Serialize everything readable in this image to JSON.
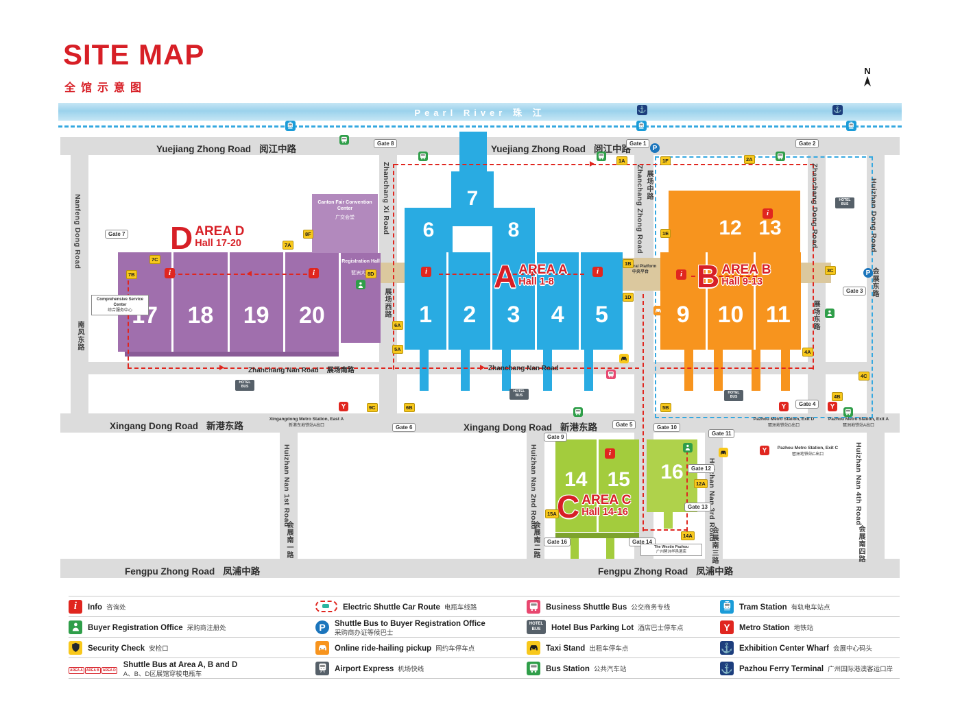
{
  "header": {
    "title": "SITE MAP",
    "subtitle_zh": "全馆示意图",
    "compass_n": "N"
  },
  "river": {
    "label": "Pearl River    珠 江"
  },
  "roads": {
    "yuejiang": {
      "en": "Yuejiang Zhong Road",
      "zh": "阅江中路"
    },
    "nanfeng": {
      "en": "Nanfeng Dong Road",
      "zh": "南风东路"
    },
    "xingang": {
      "en": "Xingang Dong Road",
      "zh": "新港东路"
    },
    "fengpu": {
      "en": "Fengpu Zhong Road",
      "zh": "凤浦中路"
    },
    "zhanchang_xi": {
      "en": "Zhanchang Xi Road",
      "zh": "展场西路"
    },
    "zhanchang_zhong": {
      "en": "Zhanchang Zhong Road",
      "zh": "展场中路"
    },
    "zhanchang_dong": {
      "en": "Zhanchang Dong Road",
      "zh": "展场东路"
    },
    "zhanchang_nan": {
      "en": "Zhanchang Nan Road",
      "zh": "展场南路"
    },
    "huizhan_dong": {
      "en": "Huizhan Dong Road",
      "zh": "会展东路"
    },
    "huizhan_nan_1": {
      "en": "Huizhan Nan 1st Road",
      "zh": "会展南一路"
    },
    "huizhan_nan_2": {
      "en": "Huizhan Nan 2nd Road",
      "zh": "会展南二路"
    },
    "huizhan_nan_3": {
      "en": "Huizhan Nan 3rd Road",
      "zh": "会展南三路"
    },
    "huizhan_nan_4": {
      "en": "Huizhan Nan 4th Road",
      "zh": "会展南四路"
    }
  },
  "areas": {
    "a": {
      "letter": "A",
      "name": "AREA A",
      "range": "Hall 1-8",
      "halls": [
        "1",
        "2",
        "3",
        "4",
        "5"
      ],
      "upper": [
        "6",
        "7",
        "8"
      ]
    },
    "b": {
      "letter": "B",
      "name": "AREA B",
      "range": "Hall 9-13",
      "halls": [
        "9",
        "10",
        "11"
      ],
      "upper": [
        "12",
        "13"
      ]
    },
    "c": {
      "letter": "C",
      "name": "AREA C",
      "range": "Hall 14-16",
      "halls": [
        "14",
        "15",
        "16"
      ]
    },
    "d": {
      "letter": "D",
      "name": "AREA D",
      "range": "Hall 17-20",
      "halls": [
        "17",
        "18",
        "19",
        "20"
      ]
    }
  },
  "buildings": {
    "convention_center": {
      "en": "Canton Fair Convention Center",
      "zh": "广交会堂"
    },
    "registration_hall": {
      "en": "Registration Hall",
      "zh": "琶洲大厅"
    },
    "service_center": {
      "en": "Comprehensive Service Center",
      "zh": "综合服务中心"
    },
    "central_platform": {
      "en": "Central Platform",
      "zh": "中央平台"
    },
    "westin": {
      "en": "The Westin Pazhou",
      "zh": "广州琶洲华邑酒店"
    }
  },
  "stations": {
    "xingangdong_a": {
      "en": "Xingangdong Metro Station, East A",
      "zh": "新港东地铁站A出口"
    },
    "pazhou_d": {
      "en": "Pazhou Metro Station, Exit D",
      "zh": "琶洲地铁站D出口"
    },
    "pazhou_a": {
      "en": "Pazhou Metro Station, Exit A",
      "zh": "琶洲地铁站A出口"
    },
    "pazhou_c": {
      "en": "Pazhou Metro Station, Exit C",
      "zh": "琶洲地铁站C出口"
    }
  },
  "gates": [
    "Gate 1",
    "Gate 2",
    "Gate 3",
    "Gate 4",
    "Gate 5",
    "Gate 6",
    "Gate 7",
    "Gate 8",
    "Gate 9",
    "Gate 10",
    "Gate 11",
    "Gate 12",
    "Gate 13",
    "Gate 14",
    "Gate 16"
  ],
  "checkpoints": [
    "7B",
    "7C",
    "7A",
    "8F",
    "8D",
    "6A",
    "5A",
    "9C",
    "6B",
    "1A",
    "1F",
    "2A",
    "1B",
    "1E",
    "1D",
    "3C",
    "4A",
    "4B",
    "4C",
    "5B",
    "12A",
    "15A",
    "14A"
  ],
  "labels": {
    "hotel_bus": "HOTEL BUS"
  },
  "colors": {
    "accent_red": "#d71f26",
    "area_a_blue": "#29abe2",
    "area_b_orange": "#f7941e",
    "area_c_green": "#a3cc3d",
    "area_d_purple": "#a06fad",
    "road_gray": "#dcdcdc",
    "river_blue": "#9bd2ec",
    "legend_green": "#2f9e49",
    "legend_yellow": "#f8c81c",
    "legend_navy": "#1d3e7d",
    "legend_pink": "#e8476f",
    "legend_slate": "#566069",
    "parking_blue": "#1b75bc"
  },
  "legend": {
    "area_tags": [
      "AREA A",
      "AREA B",
      "AREA D"
    ],
    "rows": [
      [
        {
          "icon": "info-icon",
          "en": "Info",
          "zh": "咨询处"
        },
        {
          "icon": "electric-shuttle-route-icon",
          "en": "Electric Shuttle Car Route",
          "zh": "电瓶车线路"
        },
        {
          "icon": "business-shuttle-bus-icon",
          "en": "Business Shuttle Bus",
          "zh": "公交商务专线"
        },
        {
          "icon": "tram-station-icon",
          "en": "Tram Station",
          "zh": "有轨电车站点"
        }
      ],
      [
        {
          "icon": "buyer-registration-icon",
          "en": "Buyer Registration Office",
          "zh": "采购商注册处"
        },
        {
          "icon": "shuttle-parking-icon",
          "en": "Shuttle Bus to Buyer Registration Office",
          "zh": "采购商办证等候巴士"
        },
        {
          "icon": "hotel-bus-parking-icon",
          "en": "Hotel Bus Parking Lot",
          "zh": "酒店巴士停车点"
        },
        {
          "icon": "metro-station-icon",
          "en": "Metro Station",
          "zh": "地铁站"
        }
      ],
      [
        {
          "icon": "security-check-icon",
          "en": "Security Check",
          "zh": "安检口"
        },
        {
          "icon": "ride-hailing-icon",
          "en": "Online ride-hailing pickup",
          "zh": "网约车停车点"
        },
        {
          "icon": "taxi-stand-icon",
          "en": "Taxi Stand",
          "zh": "出租车停车点"
        },
        {
          "icon": "wharf-icon",
          "en": "Exhibition Center Wharf",
          "zh": "会展中心码头"
        }
      ],
      [
        {
          "icon": "area-shuttle-icon",
          "en": "Shuttle Bus at Area A, B and D",
          "zh": "A、B、D区展馆穿梭电瓶车"
        },
        {
          "icon": "airport-express-icon",
          "en": "Airport Express",
          "zh": "机场快线"
        },
        {
          "icon": "bus-station-icon",
          "en": "Bus Station",
          "zh": "公共汽车站"
        },
        {
          "icon": "ferry-terminal-icon",
          "en": "Pazhou Ferry Terminal",
          "zh": "广州国际港澳客运口岸"
        }
      ]
    ]
  }
}
